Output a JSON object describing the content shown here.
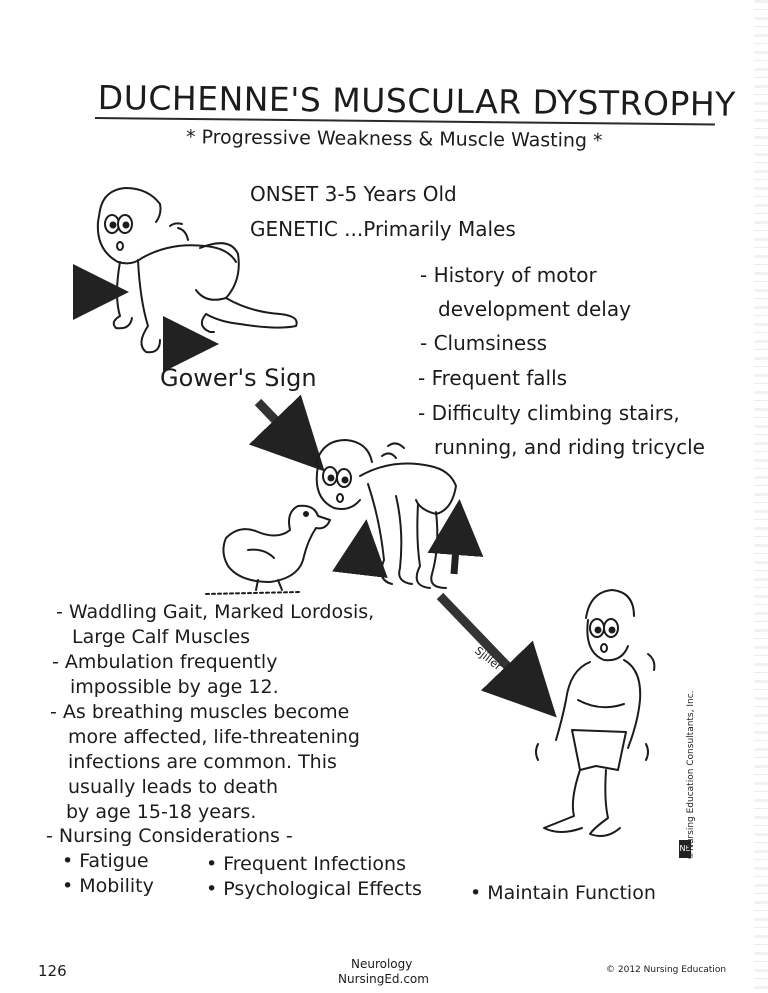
{
  "title": "DUCHENNE'S MUSCULAR DYSTROPHY",
  "subtitle": "* Progressive Weakness & Muscle Wasting *",
  "onset": "ONSET 3-5 Years Old",
  "genetic": "GENETIC ...Primarily Males",
  "gowers_sign": "Gower's Sign",
  "symptoms": [
    "- History of motor",
    "development delay",
    "- Clumsiness",
    "- Frequent falls",
    "- Difficulty climbing stairs,",
    "running, and riding tricycle"
  ],
  "progression": [
    "- Waddling Gait, Marked Lordosis,",
    "Large Calf Muscles",
    "- Ambulation frequently",
    "impossible by age 12.",
    "- As breathing muscles become",
    "more affected, life-threatening",
    "infections are common. This",
    "usually leads to death",
    "by age 15-18 years."
  ],
  "nursing_heading": "- Nursing Considerations -",
  "nursing": {
    "fatigue": "• Fatigue",
    "mobility": "• Mobility",
    "infections": "• Frequent Infections",
    "psych": "• Psychological Effects",
    "function": "• Maintain Function"
  },
  "artist_signature": "Sjiller",
  "footer": {
    "page": "126",
    "section": "Neurology",
    "site": "NursingEd.com",
    "copyright": "© 2012 Nursing Education"
  },
  "side_copyright": "©Nursing Education Consultants, Inc.",
  "logo_text": "NE"
}
